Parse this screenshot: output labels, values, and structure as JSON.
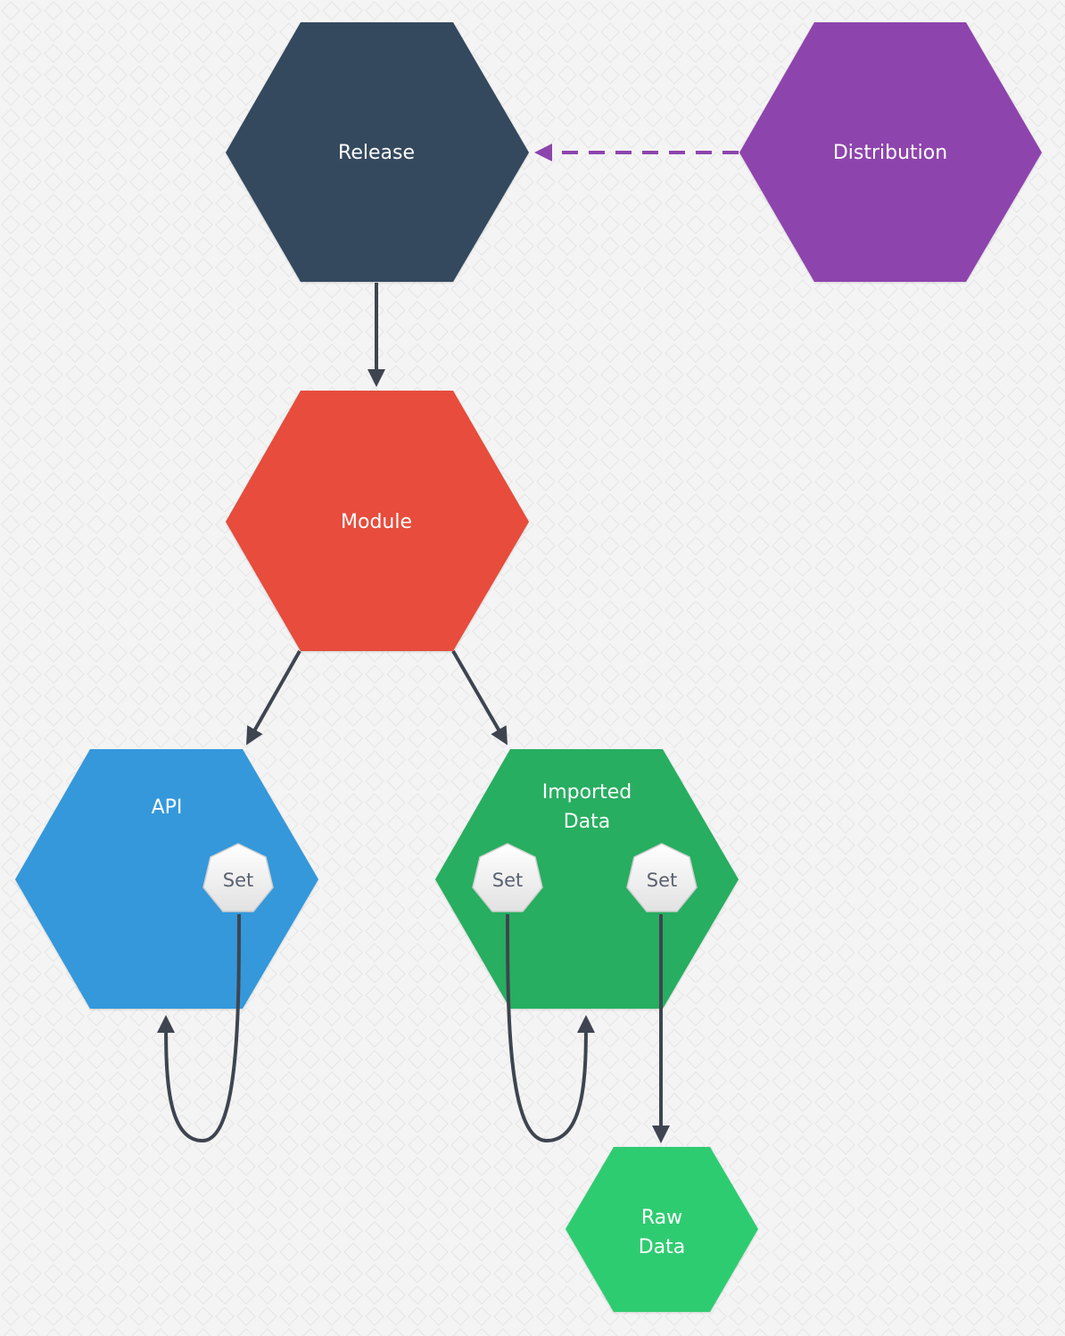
{
  "nodes": {
    "release": {
      "label": "Release",
      "color": "#34495e"
    },
    "distribution": {
      "label": "Distribution",
      "color": "#8e44ad"
    },
    "module": {
      "label": "Module",
      "color": "#e74c3c"
    },
    "api": {
      "label": "API",
      "color": "#3498db"
    },
    "imported_data": {
      "label_line1": "Imported",
      "label_line2": "Data",
      "color": "#27ae60"
    },
    "raw_data": {
      "label_line1": "Raw",
      "label_line2": "Data",
      "color": "#2ecc71"
    }
  },
  "badges": {
    "api_set": {
      "label": "Set"
    },
    "imported_set_left": {
      "label": "Set"
    },
    "imported_set_right": {
      "label": "Set"
    }
  },
  "colors": {
    "background": "#f4f4f4",
    "edge": "#3e4550",
    "dashed_edge": "#8e44ad",
    "badge_fill": "#f0f0f0",
    "badge_text": "#5a6270"
  }
}
